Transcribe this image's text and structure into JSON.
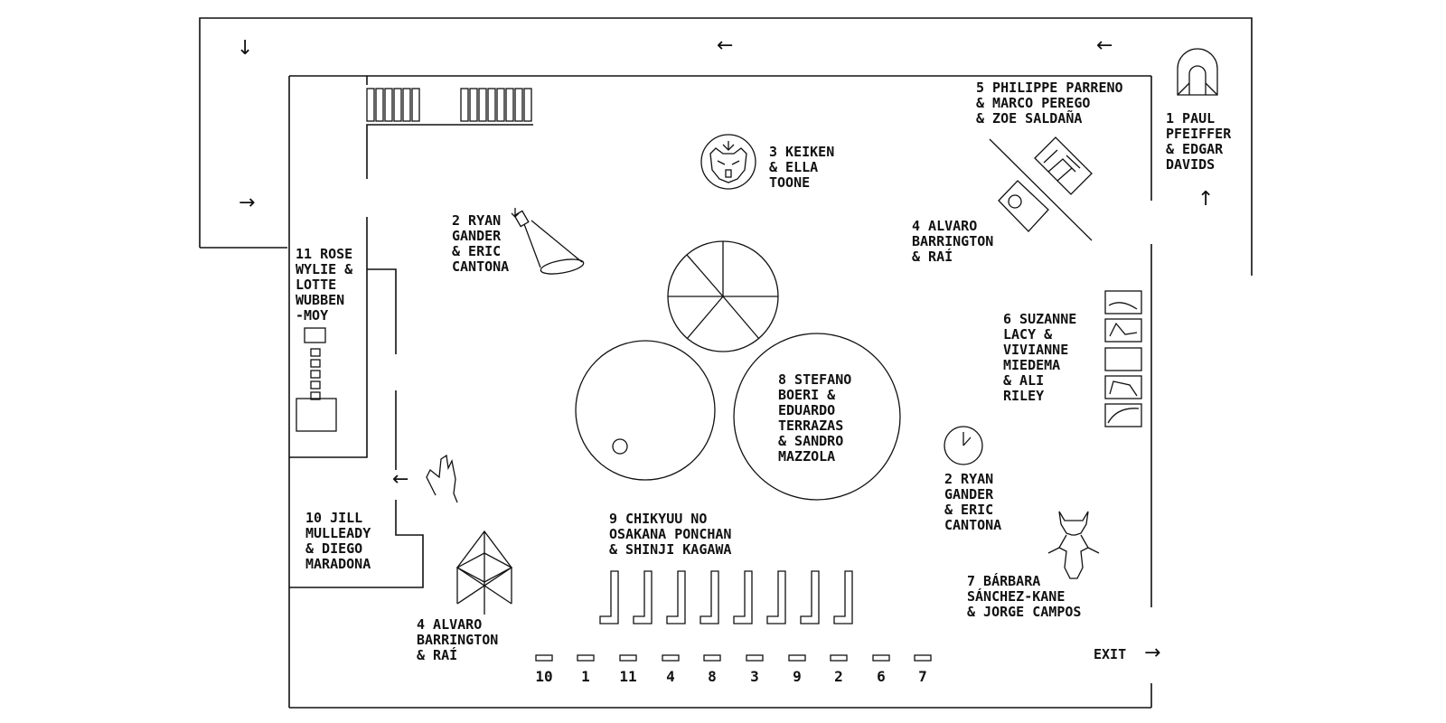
{
  "labels": {
    "a1": "1 PAUL\nPFEIFFER\n& EDGAR\nDAVIDS",
    "a2_top": "2 RYAN\nGANDER\n& ERIC\nCANTONA",
    "a2_bottom": "2 RYAN\nGANDER\n& ERIC\nCANTONA",
    "a3": "3 KEIKEN\n& ELLA\nTOONE",
    "a4_top": "4 ALVARO\nBARRINGTON\n& RAÍ",
    "a4_bottom": "4 ALVARO\nBARRINGTON\n& RAÍ",
    "a5": "5 PHILIPPE PARRENO\n& MARCO PEREGO\n& ZOE SALDAÑA",
    "a6": "6 SUZANNE\nLACY &\nVIVIANNE\nMIEDEMA\n& ALI\nRILEY",
    "a7": "7 BÁRBARA\nSÁNCHEZ-KANE\n& JORGE CAMPOS",
    "a8": "8 STEFANO\nBOERI &\nEDUARDO\nTERRAZAS\n& SANDRO\nMAZZOLA",
    "a9": "9 CHIKYUU NO\nOSAKANA PONCHAN\n& SHINJI KAGAWA",
    "a10": "10 JILL\nMULLEADY\n& DIEGO\nMARADONA",
    "a11": "11 ROSE\nWYLIE &\nLOTTE\nWUBBEN\n-MOY",
    "exit": "EXIT"
  },
  "bench_numbers": [
    "10",
    "1",
    "11",
    "4",
    "8",
    "3",
    "9",
    "2",
    "6",
    "7"
  ],
  "arrows": {
    "down": "↓",
    "left": "←",
    "right": "→",
    "up": "↑"
  },
  "colors": {
    "ink": "#111111",
    "background": "#ffffff"
  }
}
